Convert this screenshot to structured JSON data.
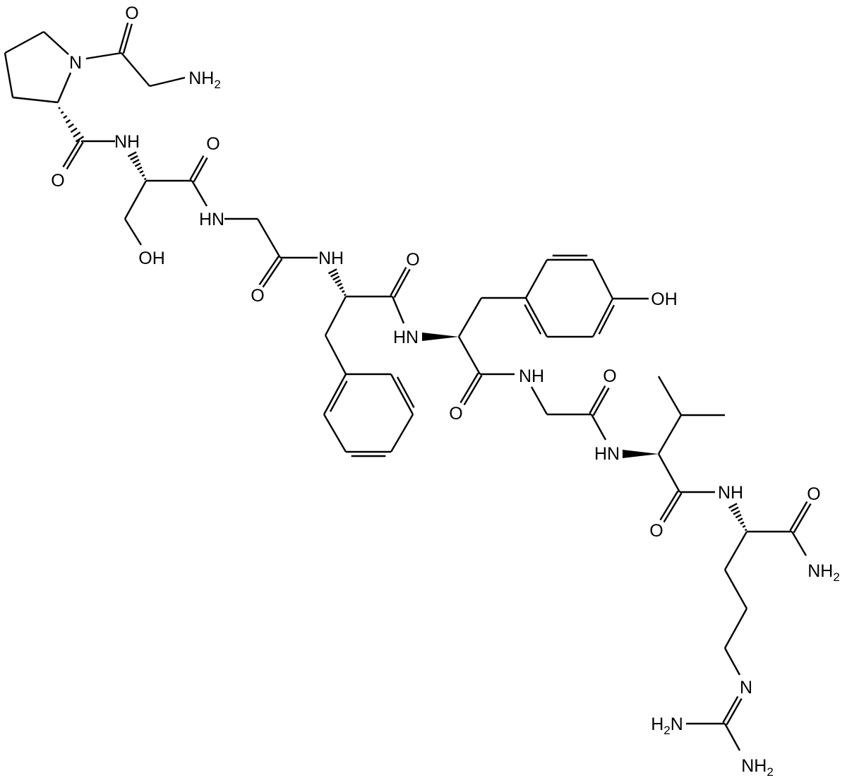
{
  "diagram": {
    "type": "chemical-structure",
    "atom_labels": [
      {
        "main": "N"
      },
      {
        "main": "O"
      },
      {
        "main": "NH",
        "sub": "2"
      },
      {
        "main": "O"
      },
      {
        "main": "NH"
      },
      {
        "main": "O"
      },
      {
        "main": "HN"
      },
      {
        "main": "OH"
      },
      {
        "main": "O"
      },
      {
        "main": "NH"
      },
      {
        "main": "O"
      },
      {
        "main": "HN"
      },
      {
        "main": "OH"
      },
      {
        "main": "O"
      },
      {
        "main": "NH"
      },
      {
        "main": "O"
      },
      {
        "main": "HN"
      },
      {
        "main": "O"
      },
      {
        "main": "NH"
      },
      {
        "main": "O"
      },
      {
        "main": "NH",
        "sub": "2"
      },
      {
        "main": "N"
      },
      {
        "pre": "H",
        "sub": "2",
        "post": "N"
      },
      {
        "main": "NH",
        "sub": "2"
      }
    ],
    "color": "#000000"
  }
}
